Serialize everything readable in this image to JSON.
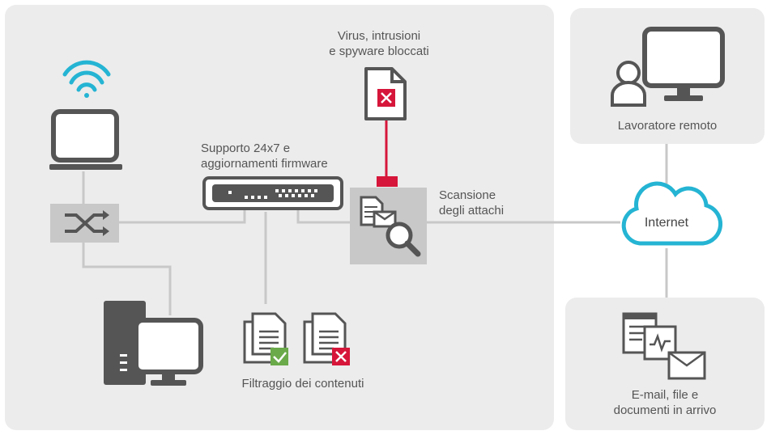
{
  "labels": {
    "threats_blocked": "Virus, intrusioni\ne spyware bloccati",
    "support": "Supporto 24x7 e\naggiornamenti firmware",
    "attachment_scan": "Scansione\ndegli attachi",
    "content_filtering": "Filtraggio dei contenuti",
    "remote_worker": "Lavoratore remoto",
    "internet": "Internet",
    "inbound": "E-mail, file e\ndocumenti in arrivo"
  },
  "colors": {
    "panel_bg": "#ececec",
    "icon_stroke": "#555555",
    "connector": "#c8c8c8",
    "alert_red": "#d6163a",
    "ok_green": "#6aaa4a",
    "cloud_cyan": "#25b4d3",
    "wifi_cyan": "#25b4d3"
  },
  "icons": [
    "wifi-icon",
    "laptop-icon",
    "network-switch-icon",
    "desktop-pc-icon",
    "firewall-appliance-icon",
    "infected-document-icon",
    "attachment-scan-icon",
    "approved-document-icon",
    "blocked-document-icon",
    "remote-worker-icon",
    "internet-cloud-icon",
    "inbound-files-icon"
  ]
}
